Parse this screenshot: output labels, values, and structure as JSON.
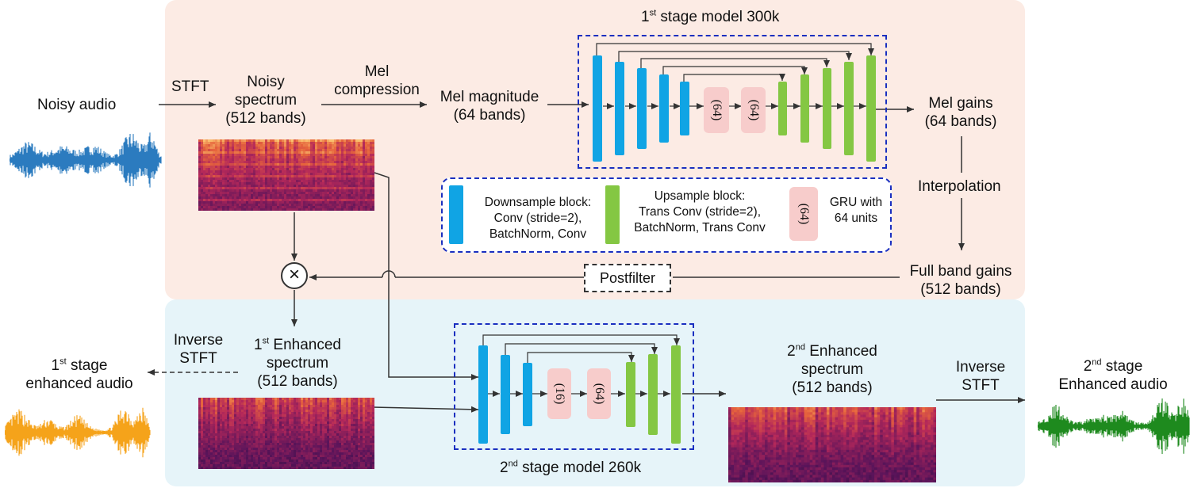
{
  "stage1": {
    "title_prefix": "1",
    "title_sup": "st",
    "title_suffix": " stage model 300k"
  },
  "stage2": {
    "title_prefix": "2",
    "title_sup": "nd",
    "title_suffix": " stage model 260k"
  },
  "labels": {
    "noisy_audio": "Noisy audio",
    "stft": "STFT",
    "noisy_spectrum_l1": "Noisy",
    "noisy_spectrum_l2": "spectrum",
    "noisy_spectrum_l3": "(512 bands)",
    "mel_compression_l1": "Mel",
    "mel_compression_l2": "compression",
    "mel_magnitude_l1": "Mel magnitude",
    "mel_magnitude_l2": "(64 bands)",
    "mel_gains_l1": "Mel gains",
    "mel_gains_l2": "(64 bands)",
    "interpolation": "Interpolation",
    "full_band_gains_l1": "Full band gains",
    "full_band_gains_l2": "(512 bands)",
    "postfilter": "Postfilter",
    "multiply_symbol": "×",
    "inverse_stft_1_l1": "Inverse",
    "inverse_stft_1_l2": "STFT",
    "enh1_num": "1",
    "enh1_sup": "st",
    "enh1_l1_suffix": " Enhanced",
    "enh1_l2": "spectrum",
    "enh1_l3": "(512 bands)",
    "out1_num": "1",
    "out1_sup": "st",
    "out1_l1_suffix": " stage",
    "out1_l2": "enhanced audio",
    "enh2_num": "2",
    "enh2_sup": "nd",
    "enh2_l1_suffix": " Enhanced",
    "enh2_l2": "spectrum",
    "enh2_l3": "(512 bands)",
    "inverse_stft_2_l1": "Inverse",
    "inverse_stft_2_l2": "STFT",
    "out2_num": "2",
    "out2_sup": "nd",
    "out2_l1_suffix": " stage",
    "out2_l2": "Enhanced audio"
  },
  "gru_units": {
    "stage1_a": "(64)",
    "stage1_b": "(64)",
    "stage2_a": "(16)",
    "stage2_b": "(64)"
  },
  "legend": {
    "down_l1": "Downsample block:",
    "down_l2": "Conv (stride=2),",
    "down_l3": "BatchNorm, Conv",
    "up_l1": "Upsample block:",
    "up_l2": "Trans Conv (stride=2),",
    "up_l3": "BatchNorm, Trans Conv",
    "gru_icon": "(64)",
    "gru_l1": "GRU with",
    "gru_l2": "64 units"
  },
  "colors": {
    "downsample_block": "#10a4e4",
    "upsample_block": "#84c743",
    "gru_block": "#f7cccb",
    "model_border": "#1a2fc0",
    "stage1_panel": "#fcebe4",
    "stage2_panel": "#e6f4f9",
    "noisy_wave": "#2b7bbf",
    "stage1_wave": "#f5a31a",
    "stage2_wave": "#1e8a1e"
  }
}
